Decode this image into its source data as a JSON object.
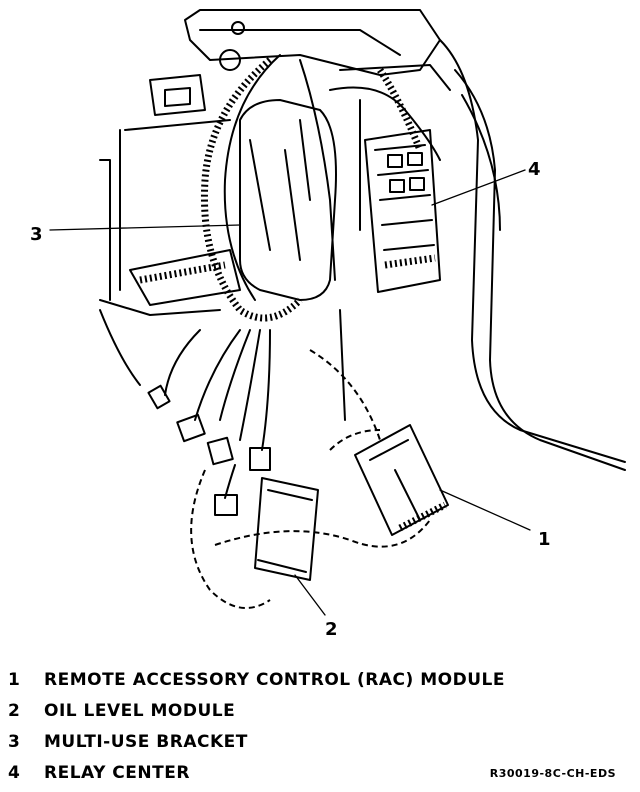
{
  "callouts": {
    "c1": "1",
    "c2": "2",
    "c3": "3",
    "c4": "4"
  },
  "legend": [
    {
      "num": "1",
      "label": "REMOTE ACCESSORY CONTROL (RAC) MODULE"
    },
    {
      "num": "2",
      "label": "OIL LEVEL MODULE"
    },
    {
      "num": "3",
      "label": "MULTI-USE BRACKET"
    },
    {
      "num": "4",
      "label": "RELAY CENTER"
    }
  ],
  "reference_code": "R30019-8C-CH-EDS"
}
